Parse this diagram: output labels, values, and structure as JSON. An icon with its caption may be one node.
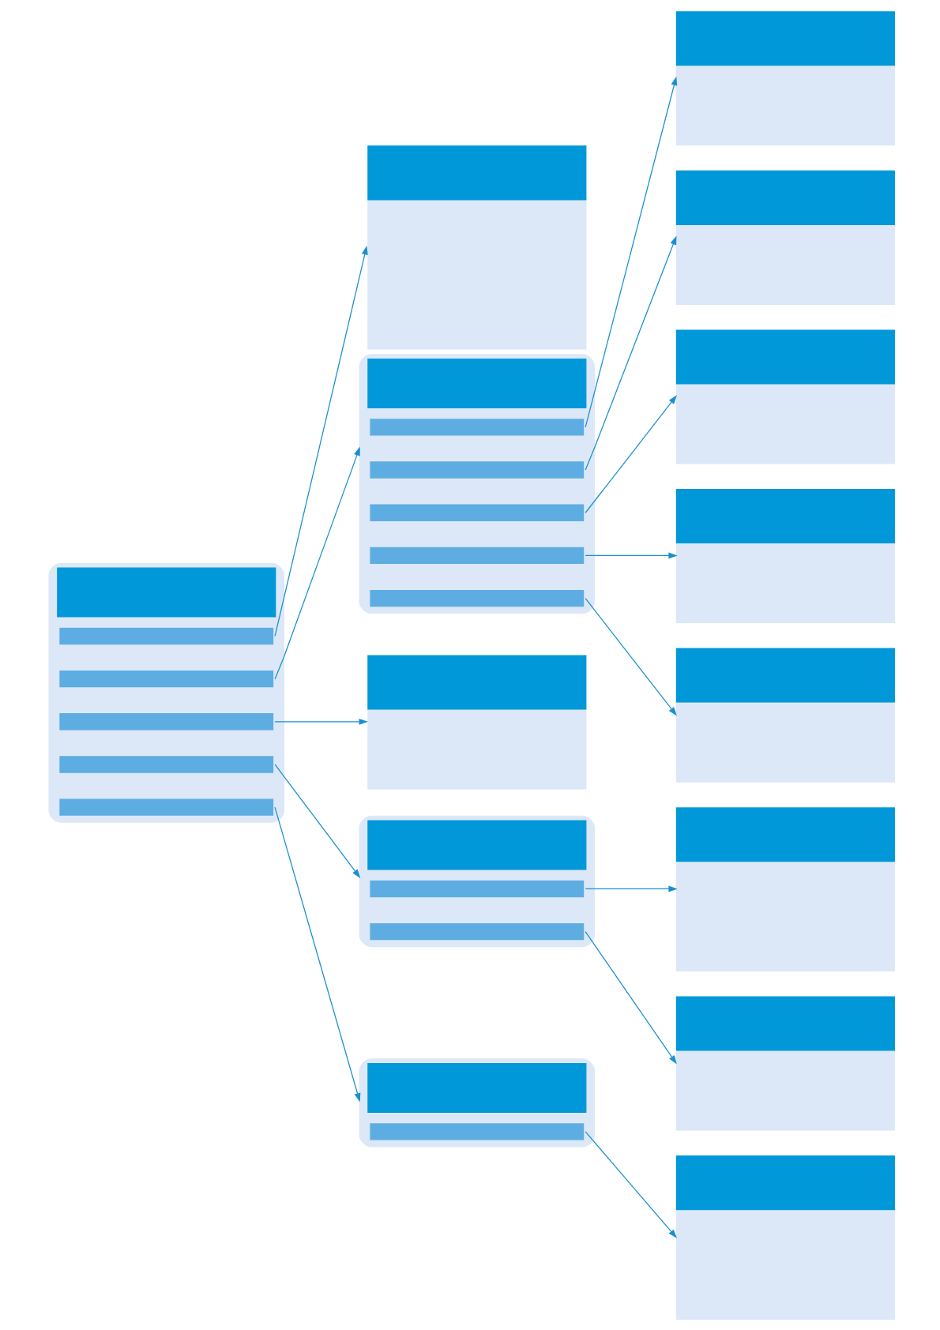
{
  "diagram": {
    "nodes": [
      {
        "text": [],
        "shape": "box"
      },
      {
        "text": [],
        "shape": "bar",
        "in": 0
      },
      {
        "text": [],
        "shape": "bar",
        "in": 0
      },
      {
        "text": [],
        "shape": "bar",
        "in": 0
      },
      {
        "text": [],
        "shape": "bar",
        "in": 0
      },
      {
        "text": [],
        "shape": "bar",
        "in": 0
      },
      {
        "text": [],
        "shape": "box"
      },
      {
        "text": [],
        "shape": "box"
      },
      {
        "text": [],
        "shape": "bar",
        "in": 7
      },
      {
        "text": [],
        "shape": "bar",
        "in": 7
      },
      {
        "text": [],
        "shape": "bar",
        "in": 7
      },
      {
        "text": [],
        "shape": "bar",
        "in": 7
      },
      {
        "text": [],
        "shape": "bar",
        "in": 7
      },
      {
        "text": [],
        "shape": "box"
      },
      {
        "text": [],
        "shape": "box"
      },
      {
        "text": [],
        "shape": "bar",
        "in": 14
      },
      {
        "text": [],
        "shape": "bar",
        "in": 14
      },
      {
        "text": [],
        "shape": "box"
      },
      {
        "text": [],
        "shape": "bar",
        "in": 17
      },
      {
        "text": [],
        "shape": "box"
      },
      {
        "text": [],
        "shape": "box"
      },
      {
        "text": [],
        "shape": "box"
      },
      {
        "text": [],
        "shape": "box"
      },
      {
        "text": [],
        "shape": "box"
      },
      {
        "text": [],
        "shape": "box"
      },
      {
        "text": [],
        "shape": "box"
      },
      {
        "text": [],
        "shape": "box"
      }
    ],
    "edges": [
      {
        "from": 1,
        "to": 6,
        "arrow": "to"
      },
      {
        "from": 2,
        "to": 7,
        "arrow": "to"
      },
      {
        "from": 3,
        "to": 13,
        "arrow": "to"
      },
      {
        "from": 4,
        "to": 14,
        "arrow": "to"
      },
      {
        "from": 5,
        "to": 17,
        "arrow": "to"
      },
      {
        "from": 8,
        "to": 19,
        "arrow": "to"
      },
      {
        "from": 9,
        "to": 20,
        "arrow": "to"
      },
      {
        "from": 10,
        "to": 21,
        "arrow": "to"
      },
      {
        "from": 11,
        "to": 22,
        "arrow": "to"
      },
      {
        "from": 12,
        "to": 23,
        "arrow": "to"
      },
      {
        "from": 15,
        "to": 24,
        "arrow": "to"
      },
      {
        "from": 16,
        "to": 25,
        "arrow": "to"
      },
      {
        "from": 18,
        "to": 26,
        "arrow": "to"
      }
    ]
  }
}
